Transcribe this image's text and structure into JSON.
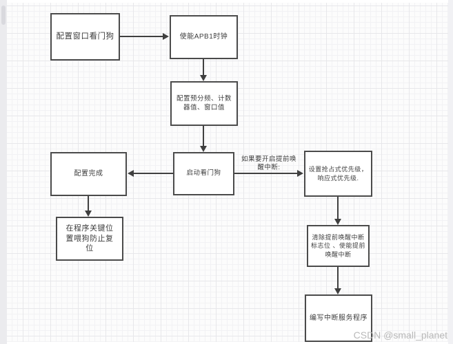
{
  "flowchart": {
    "nodes": {
      "n1": {
        "label": "配置窗口看门狗"
      },
      "n2": {
        "label": "使能APB1时钟"
      },
      "n3": {
        "label": "配置预分频、计数器值、窗口值"
      },
      "n4": {
        "label": "启动看门狗"
      },
      "n5": {
        "label": "配置完成"
      },
      "n6": {
        "label": "在程序关键位置喂狗防止复位"
      },
      "n7": {
        "label": "设置抢占式优先级，响应式优先级."
      },
      "n8": {
        "label": "清除提前唤醒中断标志位 、使能提前唤醒中断"
      },
      "n9": {
        "label": "编写中断服务程序"
      }
    },
    "edge_label": "如果要开启提前唤醒中断:",
    "colors": {
      "node_border": "#4a4a4a",
      "node_fill": "#ffffff",
      "arrow": "#3f3f3f",
      "text": "#3d3d3d",
      "grid_major": "#e7e7ea",
      "grid_minor": "#f2f2f4",
      "watermark": "#b9b9b9"
    }
  },
  "canvas": {
    "watermark": "CSDN @small_planet"
  }
}
